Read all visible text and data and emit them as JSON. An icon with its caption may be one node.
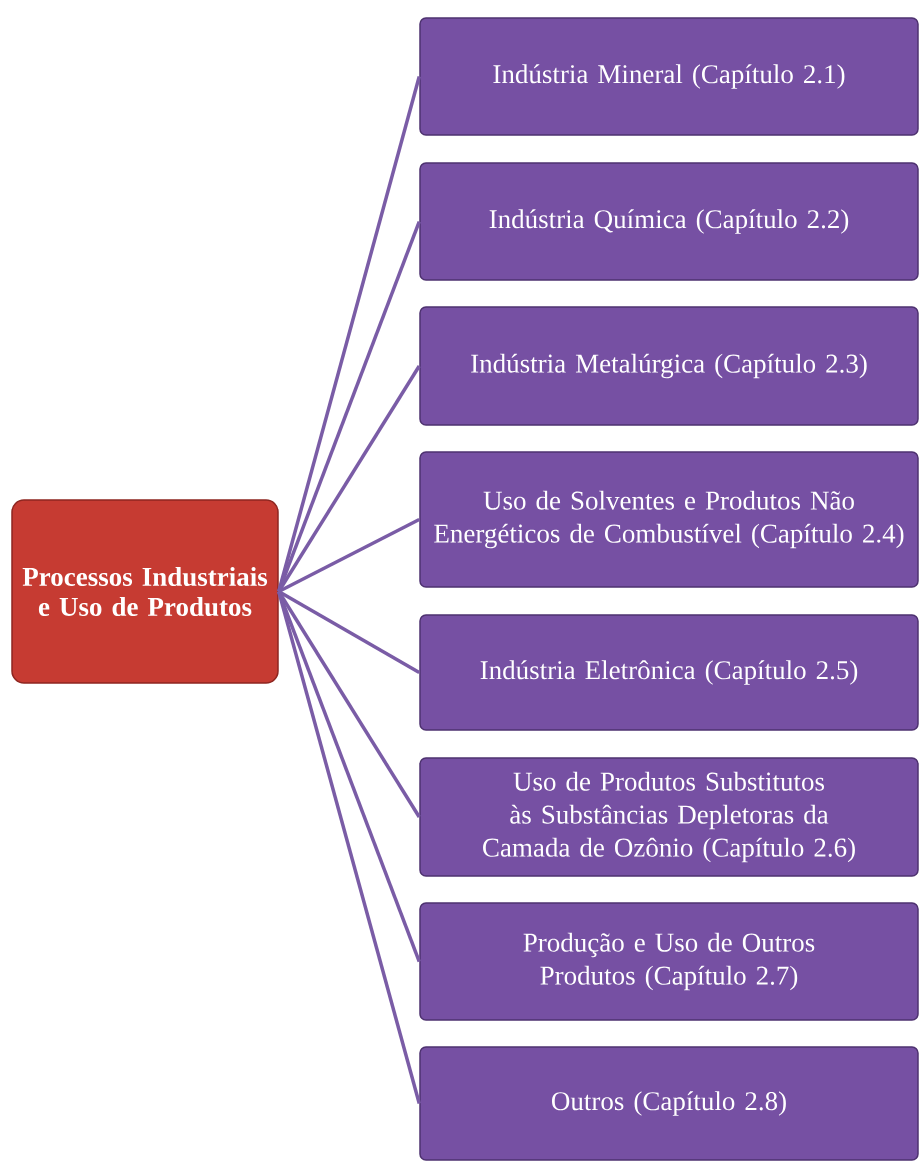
{
  "diagram": {
    "nodes": [
      {
        "text": [
          "Processos Industriais e Uso de Produtos"
        ]
      },
      {
        "text": [
          "Indústria Mineral  (Capítulo 2.1)"
        ]
      },
      {
        "text": [
          "Indústria Química  (Capítulo 2.2)"
        ]
      },
      {
        "text": [
          "Indústria Metalúrgica  (Capítulo 2.3)"
        ]
      },
      {
        "text": [
          "Uso de Solventes e Produtos Não Energéticos de Combustível (Capítulo 2.4)"
        ]
      },
      {
        "text": [
          "Indústria Eletrônica  (Capítulo 2.5)"
        ]
      },
      {
        "text": [
          "Uso de Produtos Substitutos às Substâncias Depletoras da Camada de Ozônio  (Capítulo 2.6)"
        ]
      },
      {
        "text": [
          "Produção e Uso de Outros Produtos (Capítulo 2.7)"
        ]
      },
      {
        "text": [
          "Outros (Capítulo 2.8)"
        ]
      }
    ],
    "edges": [
      {
        "from": 0,
        "to": 1,
        "arrow": "none"
      },
      {
        "from": 0,
        "to": 2,
        "arrow": "none"
      },
      {
        "from": 0,
        "to": 3,
        "arrow": "none"
      },
      {
        "from": 0,
        "to": 4,
        "arrow": "none"
      },
      {
        "from": 0,
        "to": 5,
        "arrow": "none"
      },
      {
        "from": 0,
        "to": 6,
        "arrow": "none"
      },
      {
        "from": 0,
        "to": 7,
        "arrow": "none"
      },
      {
        "from": 0,
        "to": 8,
        "arrow": "none"
      }
    ]
  }
}
